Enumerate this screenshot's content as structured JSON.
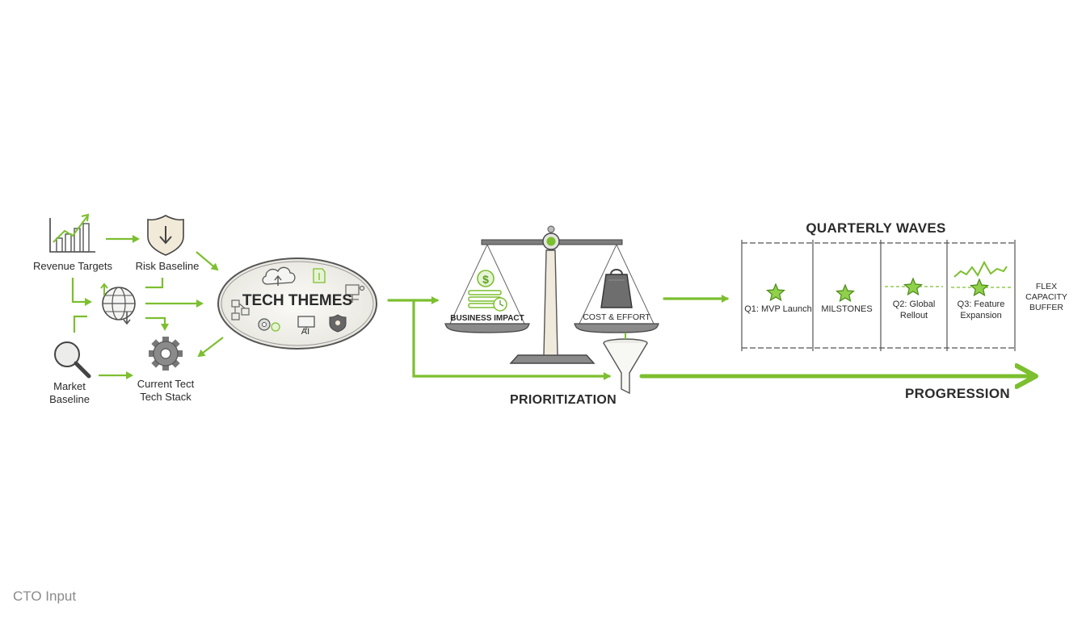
{
  "inputs": {
    "revenue_targets": "Revenue Targets",
    "risk_baseline": "Risk Baseline",
    "market_baseline": "Market\nBaseline",
    "current_tech_stack": "Current Tect\nTech Stack"
  },
  "themes": {
    "title": "TECH THEMES",
    "ai_label": "AI"
  },
  "scale": {
    "left_pan": "BUSINESS IMPACT",
    "right_pan": "COST & EFFORT",
    "label": "PRIORITIZATION"
  },
  "waves": {
    "title": "QUARTERLY WAVES",
    "columns": [
      {
        "label": "Q1: MVP Launch"
      },
      {
        "label": "MILSTONES"
      },
      {
        "label": "Q2: Global\nRellout"
      },
      {
        "label": "Q3: Feature\nExpansion"
      }
    ],
    "flex_label": "FLEX\nCAPACITY\nBUFFER"
  },
  "progression_label": "PROGRESSION",
  "caption": "CTO Input",
  "colors": {
    "accent_green": "#7cbf2f",
    "ink": "#3a3a3a",
    "paper": "#ffffff"
  },
  "icons": [
    "growth-chart-icon",
    "shield-down-icon",
    "globe-icon",
    "magnifier-icon",
    "gear-icon",
    "cloud-upload-icon",
    "dollar-stack-icon",
    "weight-icon",
    "funnel-icon",
    "star-icon"
  ]
}
